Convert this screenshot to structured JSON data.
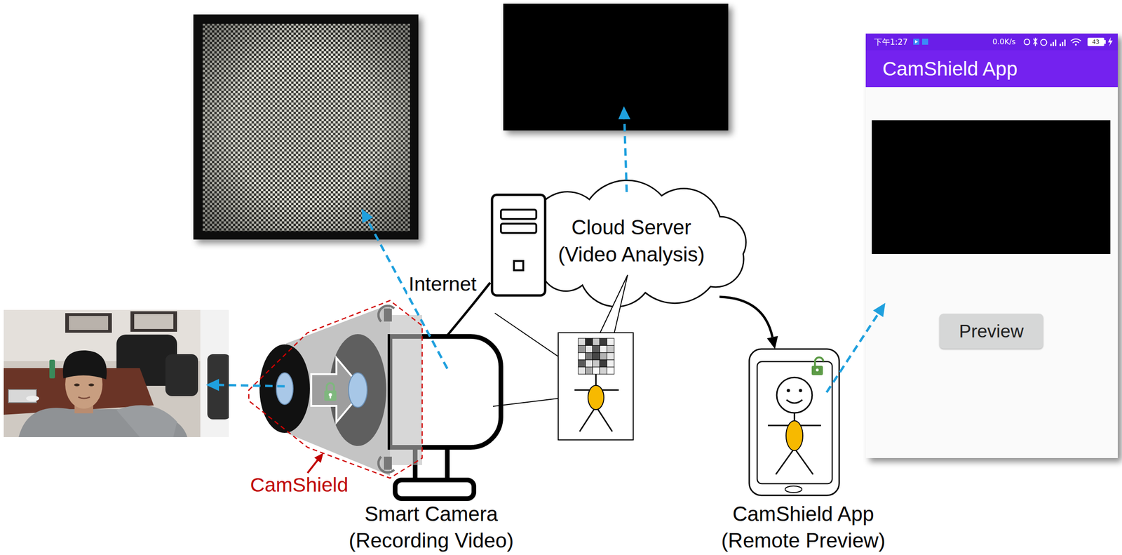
{
  "diagram": {
    "nodes": [
      {
        "text": [
          "下午1:27",
          "0.0K/s",
          "43"
        ]
      },
      {
        "text": [
          "CamShield App"
        ]
      },
      {
        "text": [
          "Preview"
        ]
      },
      {
        "text": [
          "Cloud Server (Video Analysis)"
        ]
      },
      {
        "text": [
          "CamShield"
        ]
      },
      {
        "text": [
          "Smart Camera (Recording Video)"
        ]
      },
      {
        "text": [
          "CamShield App (Remote Preview)"
        ]
      }
    ],
    "edges": [
      {
        "from": 5,
        "to": 3,
        "arrow": "none",
        "label": "Internet"
      },
      {
        "from": 3,
        "to": 6,
        "arrow": "to"
      }
    ]
  }
}
